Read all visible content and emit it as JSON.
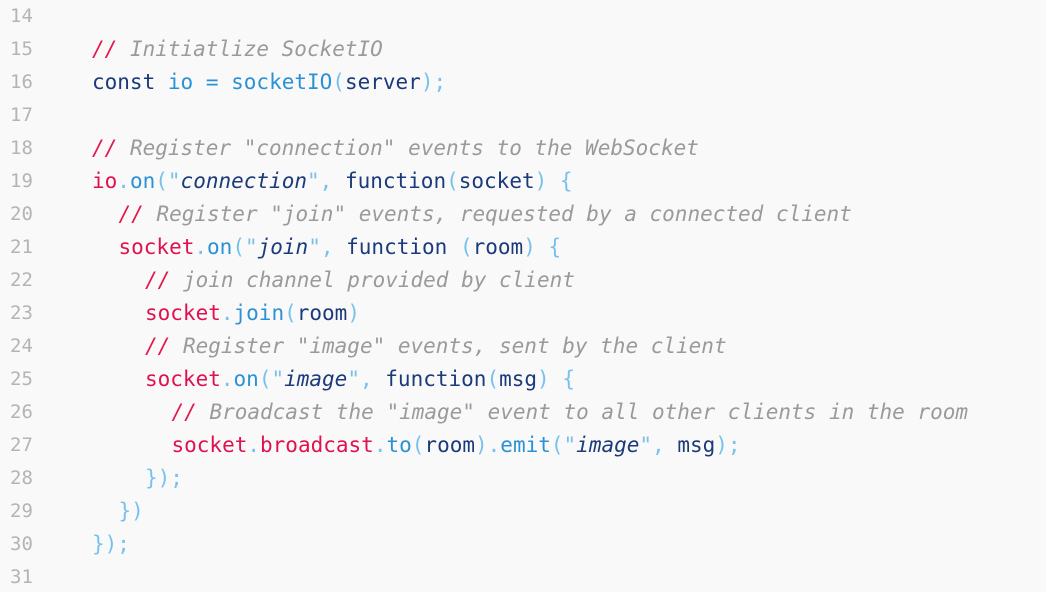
{
  "editor": {
    "lines": [
      {
        "num": "14",
        "indent": 0,
        "tokens": []
      },
      {
        "num": "15",
        "indent": 0,
        "tokens": [
          {
            "t": "//",
            "c": "slash"
          },
          {
            "t": " Initiatlize SocketIO",
            "c": "comment"
          }
        ]
      },
      {
        "num": "16",
        "indent": 0,
        "tokens": [
          {
            "t": "const",
            "c": "kw"
          },
          {
            "t": " ",
            "c": "plain"
          },
          {
            "t": "io",
            "c": "fn"
          },
          {
            "t": " ",
            "c": "plain"
          },
          {
            "t": "=",
            "c": "fn"
          },
          {
            "t": " ",
            "c": "plain"
          },
          {
            "t": "socketIO",
            "c": "fn"
          },
          {
            "t": "(",
            "c": "punct"
          },
          {
            "t": "server",
            "c": "param"
          },
          {
            "t": ");",
            "c": "punct"
          }
        ]
      },
      {
        "num": "17",
        "indent": 0,
        "tokens": []
      },
      {
        "num": "18",
        "indent": 0,
        "tokens": [
          {
            "t": "//",
            "c": "slash"
          },
          {
            "t": " Register \"connection\" events to the WebSocket",
            "c": "comment"
          }
        ]
      },
      {
        "num": "19",
        "indent": 0,
        "tokens": [
          {
            "t": "io",
            "c": "var"
          },
          {
            "t": ".",
            "c": "punct"
          },
          {
            "t": "on",
            "c": "fn"
          },
          {
            "t": "(\"",
            "c": "punct"
          },
          {
            "t": "connection",
            "c": "str"
          },
          {
            "t": "\",",
            "c": "punct"
          },
          {
            "t": " ",
            "c": "plain"
          },
          {
            "t": "function",
            "c": "kw"
          },
          {
            "t": "(",
            "c": "punct"
          },
          {
            "t": "socket",
            "c": "param"
          },
          {
            "t": ")",
            "c": "punct"
          },
          {
            "t": " ",
            "c": "plain"
          },
          {
            "t": "{",
            "c": "punct"
          }
        ]
      },
      {
        "num": "20",
        "indent": 1,
        "tokens": [
          {
            "t": "//",
            "c": "slash"
          },
          {
            "t": " Register \"join\" events, requested by a connected client",
            "c": "comment"
          }
        ]
      },
      {
        "num": "21",
        "indent": 1,
        "tokens": [
          {
            "t": "socket",
            "c": "var"
          },
          {
            "t": ".",
            "c": "punct"
          },
          {
            "t": "on",
            "c": "fn"
          },
          {
            "t": "(\"",
            "c": "punct"
          },
          {
            "t": "join",
            "c": "str"
          },
          {
            "t": "\",",
            "c": "punct"
          },
          {
            "t": " ",
            "c": "plain"
          },
          {
            "t": "function",
            "c": "kw"
          },
          {
            "t": " ",
            "c": "plain"
          },
          {
            "t": "(",
            "c": "punct"
          },
          {
            "t": "room",
            "c": "param"
          },
          {
            "t": ")",
            "c": "punct"
          },
          {
            "t": " ",
            "c": "plain"
          },
          {
            "t": "{",
            "c": "punct"
          }
        ]
      },
      {
        "num": "22",
        "indent": 2,
        "tokens": [
          {
            "t": "//",
            "c": "slash"
          },
          {
            "t": " join channel provided by client",
            "c": "comment"
          }
        ]
      },
      {
        "num": "23",
        "indent": 2,
        "tokens": [
          {
            "t": "socket",
            "c": "var"
          },
          {
            "t": ".",
            "c": "punct"
          },
          {
            "t": "join",
            "c": "fn"
          },
          {
            "t": "(",
            "c": "punct"
          },
          {
            "t": "room",
            "c": "param"
          },
          {
            "t": ")",
            "c": "punct"
          }
        ]
      },
      {
        "num": "24",
        "indent": 2,
        "tokens": [
          {
            "t": "//",
            "c": "slash"
          },
          {
            "t": " Register \"image\" events, sent by the client",
            "c": "comment"
          }
        ]
      },
      {
        "num": "25",
        "indent": 2,
        "tokens": [
          {
            "t": "socket",
            "c": "var"
          },
          {
            "t": ".",
            "c": "punct"
          },
          {
            "t": "on",
            "c": "fn"
          },
          {
            "t": "(\"",
            "c": "punct"
          },
          {
            "t": "image",
            "c": "str"
          },
          {
            "t": "\",",
            "c": "punct"
          },
          {
            "t": " ",
            "c": "plain"
          },
          {
            "t": "function",
            "c": "kw"
          },
          {
            "t": "(",
            "c": "punct"
          },
          {
            "t": "msg",
            "c": "param"
          },
          {
            "t": ")",
            "c": "punct"
          },
          {
            "t": " ",
            "c": "plain"
          },
          {
            "t": "{",
            "c": "punct"
          }
        ]
      },
      {
        "num": "26",
        "indent": 3,
        "tokens": [
          {
            "t": "//",
            "c": "slash"
          },
          {
            "t": " Broadcast the \"image\" event to all other clients in the room",
            "c": "comment"
          }
        ]
      },
      {
        "num": "27",
        "indent": 3,
        "tokens": [
          {
            "t": "socket",
            "c": "var"
          },
          {
            "t": ".",
            "c": "punct"
          },
          {
            "t": "broadcast",
            "c": "var"
          },
          {
            "t": ".",
            "c": "punct"
          },
          {
            "t": "to",
            "c": "fn"
          },
          {
            "t": "(",
            "c": "punct"
          },
          {
            "t": "room",
            "c": "param"
          },
          {
            "t": ").",
            "c": "punct"
          },
          {
            "t": "emit",
            "c": "fn"
          },
          {
            "t": "(\"",
            "c": "punct"
          },
          {
            "t": "image",
            "c": "str"
          },
          {
            "t": "\",",
            "c": "punct"
          },
          {
            "t": " ",
            "c": "plain"
          },
          {
            "t": "msg",
            "c": "param"
          },
          {
            "t": ");",
            "c": "punct"
          }
        ]
      },
      {
        "num": "28",
        "indent": 2,
        "tokens": [
          {
            "t": "});",
            "c": "punct"
          }
        ]
      },
      {
        "num": "29",
        "indent": 1,
        "tokens": [
          {
            "t": "})",
            "c": "punct"
          }
        ]
      },
      {
        "num": "30",
        "indent": 0,
        "tokens": [
          {
            "t": "});",
            "c": "punct"
          }
        ]
      },
      {
        "num": "31",
        "indent": 0,
        "tokens": []
      }
    ]
  },
  "colors": {
    "background": "#f9f9f9",
    "line_number": "#b4b4b4",
    "comment": "#9a9a9a",
    "comment_slash": "#e3174b",
    "keyword": "#1a3a7a",
    "variable": "#e0114f",
    "function": "#2a92d4",
    "punctuation": "#78c1eb"
  }
}
